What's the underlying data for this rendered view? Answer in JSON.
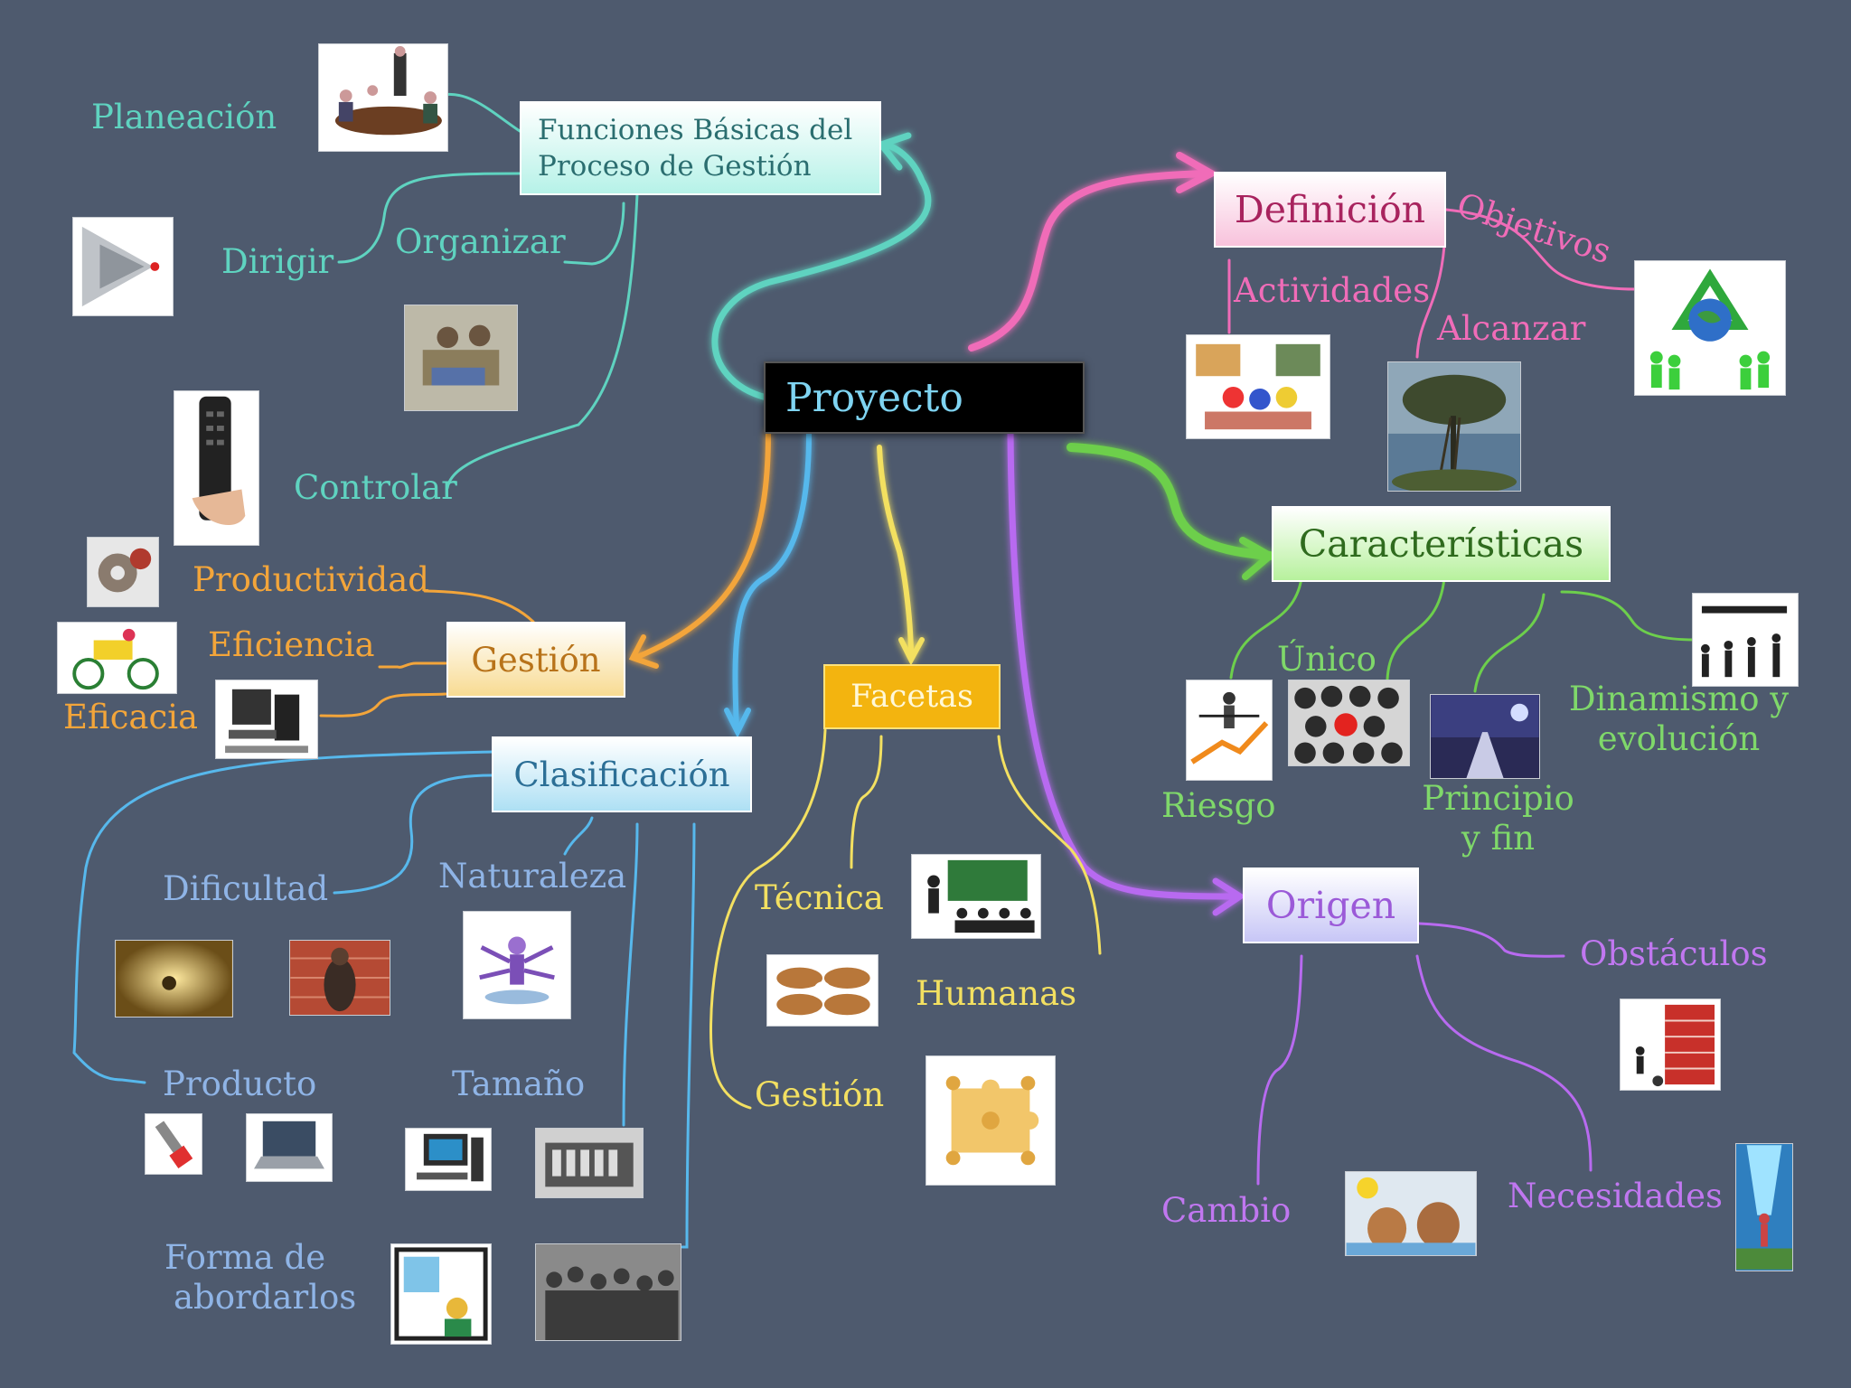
{
  "colors": {
    "background": "#4e5a6e",
    "teal": "#5fd3c0",
    "pink": "#f06cb8",
    "green": "#6dcf4c",
    "orange": "#f3a53a",
    "blue": "#57b8ec",
    "yellow": "#f3e061",
    "purple": "#b86af0",
    "slate_blue": "#8fb4e6"
  },
  "nodes": {
    "proyecto": "Proyecto",
    "funciones": "Funciones Básicas del Proceso de Gestión",
    "definicion": "Definición",
    "caracteristicas": "Características",
    "origen": "Origen",
    "gestion": "Gestión",
    "clasificacion": "Clasificación",
    "facetas": "Facetas"
  },
  "labels": {
    "planeacion": "Planeación",
    "dirigir": "Dirigir",
    "organizar": "Organizar",
    "controlar": "Controlar",
    "objetivos": "Objetivos",
    "actividades": "Actividades",
    "alcanzar": "Alcanzar",
    "unico": "Único",
    "riesgo": "Riesgo",
    "principio_line1": "Principio",
    "principio_line2": "y fin",
    "dinamismo_line1": "Dinamismo y",
    "dinamismo_line2": "evolución",
    "obstaculos": "Obstáculos",
    "cambio": "Cambio",
    "necesidades": "Necesidades",
    "productividad": "Productividad",
    "eficiencia": "Eficiencia",
    "eficacia": "Eficacia",
    "dificultad": "Dificultad",
    "naturaleza": "Naturaleza",
    "producto": "Producto",
    "tamano": "Tamaño",
    "forma_line1": "Forma de",
    "forma_line2": "abordarlos",
    "tecnica": "Técnica",
    "humanas": "Humanas",
    "gestion_faceta": "Gestión"
  },
  "icons": {
    "meeting": "meeting-image",
    "hierarchy": "hierarchy-image",
    "organize": "organize-image",
    "remote": "remote-control-image",
    "actividades": "activities-image",
    "tree": "tree-ladder-image",
    "recycle": "recycle-globe-image",
    "riesgo": "tightrope-image",
    "unico": "red-ball-image",
    "principio": "road-image",
    "dinamismo": "evolution-image",
    "obstaculo": "brick-wall-image",
    "cambio": "cartoon-image",
    "necesidades": "light-figure-image",
    "productividad": "gears-image",
    "eficacia": "cyclist-image",
    "eficiencia": "computer-image",
    "dificultad": "golden-image",
    "dificultad2": "wall-climber-image",
    "naturaleza": "multitask-image",
    "producto_pen": "pen-image",
    "producto_laptop": "laptop-image",
    "tamano_pc": "desktop-image",
    "tamano_machine": "machine-image",
    "forma_cartoon": "cartoon-window-image",
    "forma_crowd": "crowd-image",
    "tecnica": "blackboard-image",
    "humanas": "hands-image",
    "gestion_faceta": "puzzle-image"
  }
}
